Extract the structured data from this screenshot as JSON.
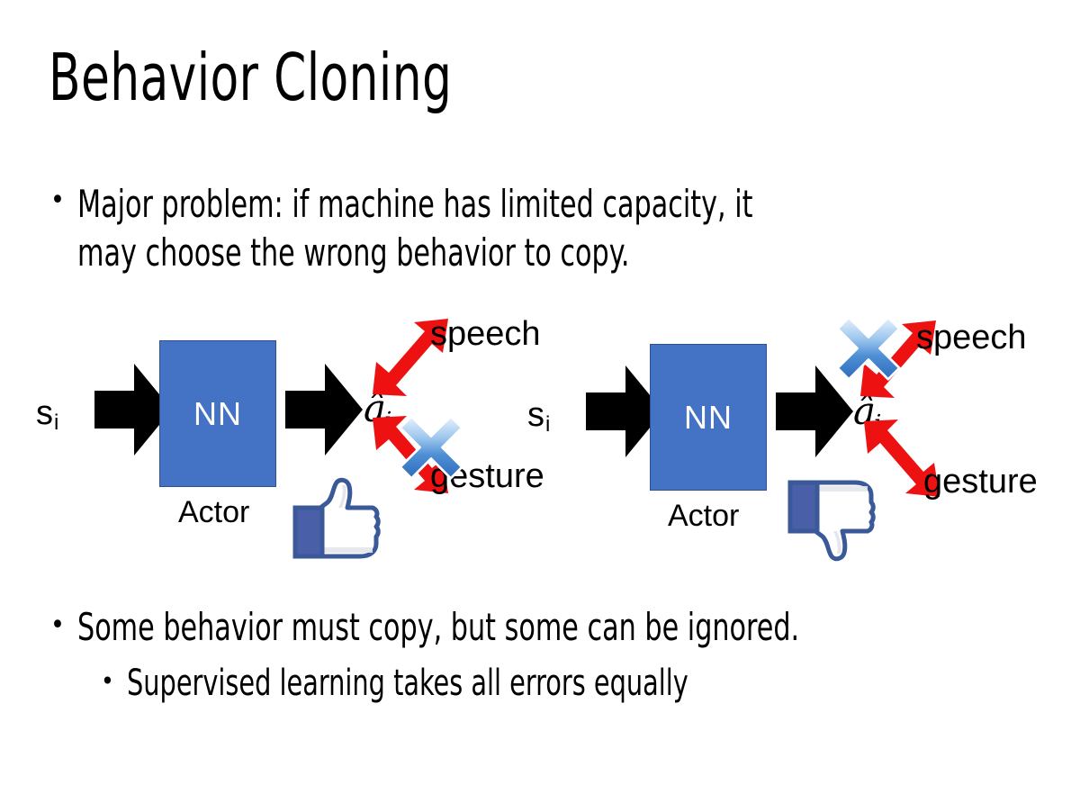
{
  "slide": {
    "title": "Behavior Cloning",
    "background_color": "#FFFFFF",
    "bullets": {
      "top": "Major problem: if machine has limited capacity, it\nmay choose the wrong behavior to copy.",
      "bottom_1": "Some behavior must copy, but some can be ignored.",
      "bottom_2": "Supervised learning takes all errors equally",
      "marker": "•"
    }
  },
  "colors": {
    "nn_fill": "#4472C4",
    "nn_border": "#2F528F",
    "nn_text": "#FFFFFF",
    "arrow_black": "#000000",
    "arrow_red": "#EE1111",
    "x_blue_light": "#CFE2F7",
    "x_blue_mid": "#6FA8E0",
    "x_blue_dark": "#2E6FC0",
    "thumb_outline": "#3B5998",
    "thumb_fill": "#FFFFFF",
    "thumb_shade": "#E4E6EB",
    "text": "#000000"
  },
  "diagrams": [
    {
      "id": "left",
      "state_label": "s",
      "state_sub": "i",
      "nn_label": "NN",
      "actor_label": "Actor",
      "action_label": "â",
      "action_sub": "i",
      "outputs": [
        {
          "name": "speech",
          "label": "speech",
          "direction": "up-right",
          "crossed_out": false
        },
        {
          "name": "gesture",
          "label": "gesture",
          "direction": "down-right",
          "crossed_out": true
        }
      ],
      "feedback_icon": "thumbs-up",
      "feedback_meaning": "good"
    },
    {
      "id": "right",
      "state_label": "s",
      "state_sub": "i",
      "nn_label": "NN",
      "actor_label": "Actor",
      "action_label": "â",
      "action_sub": "i",
      "outputs": [
        {
          "name": "speech",
          "label": "speech",
          "direction": "up-right",
          "crossed_out": true
        },
        {
          "name": "gesture",
          "label": "gesture",
          "direction": "down-right",
          "crossed_out": false
        }
      ],
      "feedback_icon": "thumbs-down",
      "feedback_meaning": "bad"
    }
  ]
}
